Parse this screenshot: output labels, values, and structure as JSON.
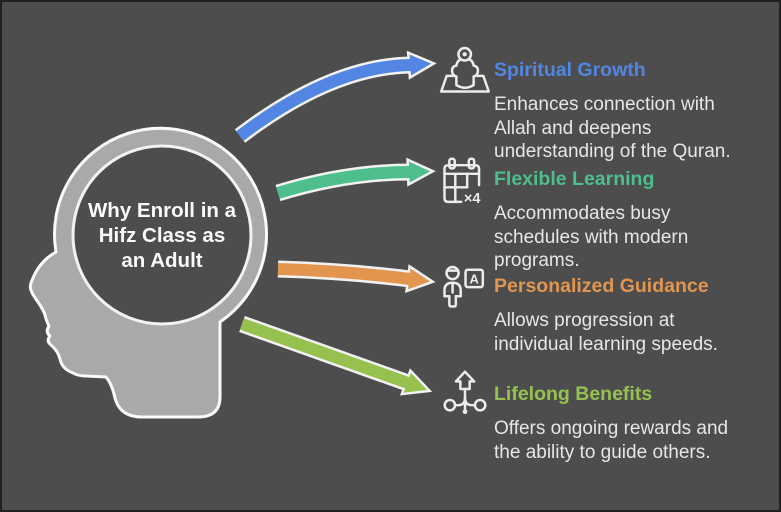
{
  "canvas": {
    "background": "#4D4D4D",
    "border": "#202020"
  },
  "head": {
    "title_lines": [
      "Why Enroll in a",
      "Hifz Class as",
      "an Adult"
    ],
    "fill": "#A9A9A9",
    "outline": "#FAFAFA"
  },
  "colors": {
    "arrow_outline": "#F2F2F2",
    "icon_stroke": "#ECECEC",
    "body_text": "#E6E6E6",
    "title_text": "#FAFAFA"
  },
  "sections": [
    {
      "label": "Spiritual Growth",
      "accent": "#5286E2",
      "icon": "praying-person-icon",
      "description_lines": [
        "Enhances connection with",
        "Allah and deepens",
        "understanding of the Quran."
      ]
    },
    {
      "label": "Flexible Learning",
      "accent": "#4DBE8C",
      "icon": "calendar-x4-icon",
      "icon_text": "×4",
      "description_lines": [
        "Accommodates busy",
        "schedules with modern",
        "programs."
      ]
    },
    {
      "label": "Personalized Guidance",
      "accent": "#E2954F",
      "icon": "teacher-board-icon",
      "icon_text": "A",
      "description_lines": [
        "Allows progression at",
        "individual learning speeds."
      ]
    },
    {
      "label": "Lifelong Benefits",
      "accent": "#97C14F",
      "icon": "growth-paths-icon",
      "description_lines": [
        "Offers ongoing rewards and",
        "the ability to guide others."
      ]
    }
  ]
}
